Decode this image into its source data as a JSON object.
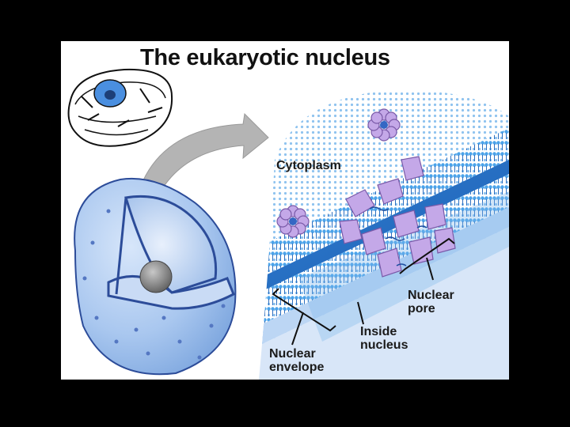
{
  "title": "The eukaryotic nucleus",
  "labels": {
    "cytoplasm": "Cytoplasm",
    "nuclear_pore_line1": "Nuclear",
    "nuclear_pore_line2": "pore",
    "inside_nucleus_line1": "Inside",
    "inside_nucleus_line2": "nucleus",
    "nuclear_envelope_line1": "Nuclear",
    "nuclear_envelope_line2": "envelope"
  },
  "colors": {
    "background": "#000000",
    "panel": "#ffffff",
    "membrane_blue": "#3a8fd8",
    "nucleus_blue": "#a9c7ef",
    "pore_purple": "#c4a8e8",
    "nucleolus_gray": "#8a8a8a",
    "arrow_gray": "#b4b4b4"
  }
}
